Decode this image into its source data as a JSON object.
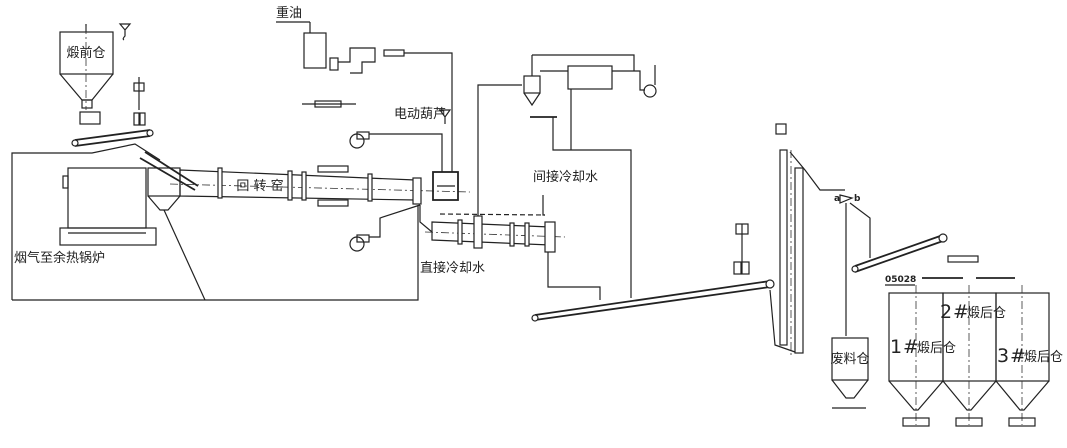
{
  "labels": {
    "pre_calcining_bin": "煅前仓",
    "heavy_oil": "重油",
    "electric_hoist": "电动葫芦",
    "rotary_kiln": "回  转  窑",
    "indirect_cooling_water": "间接冷却水",
    "direct_cooling_water": "直接冷却水",
    "flue_gas_to_boiler": "烟气至余热锅炉",
    "waste_bin": "废料仓",
    "tag_05028": "05028",
    "distributor_a": "a",
    "distributor_b": "b"
  },
  "silos": [
    {
      "num": "1",
      "hash": "#",
      "name": "煅后仓"
    },
    {
      "num": "2",
      "hash": "#",
      "name": "煅后仓"
    },
    {
      "num": "3",
      "hash": "#",
      "name": "煅后仓"
    }
  ]
}
